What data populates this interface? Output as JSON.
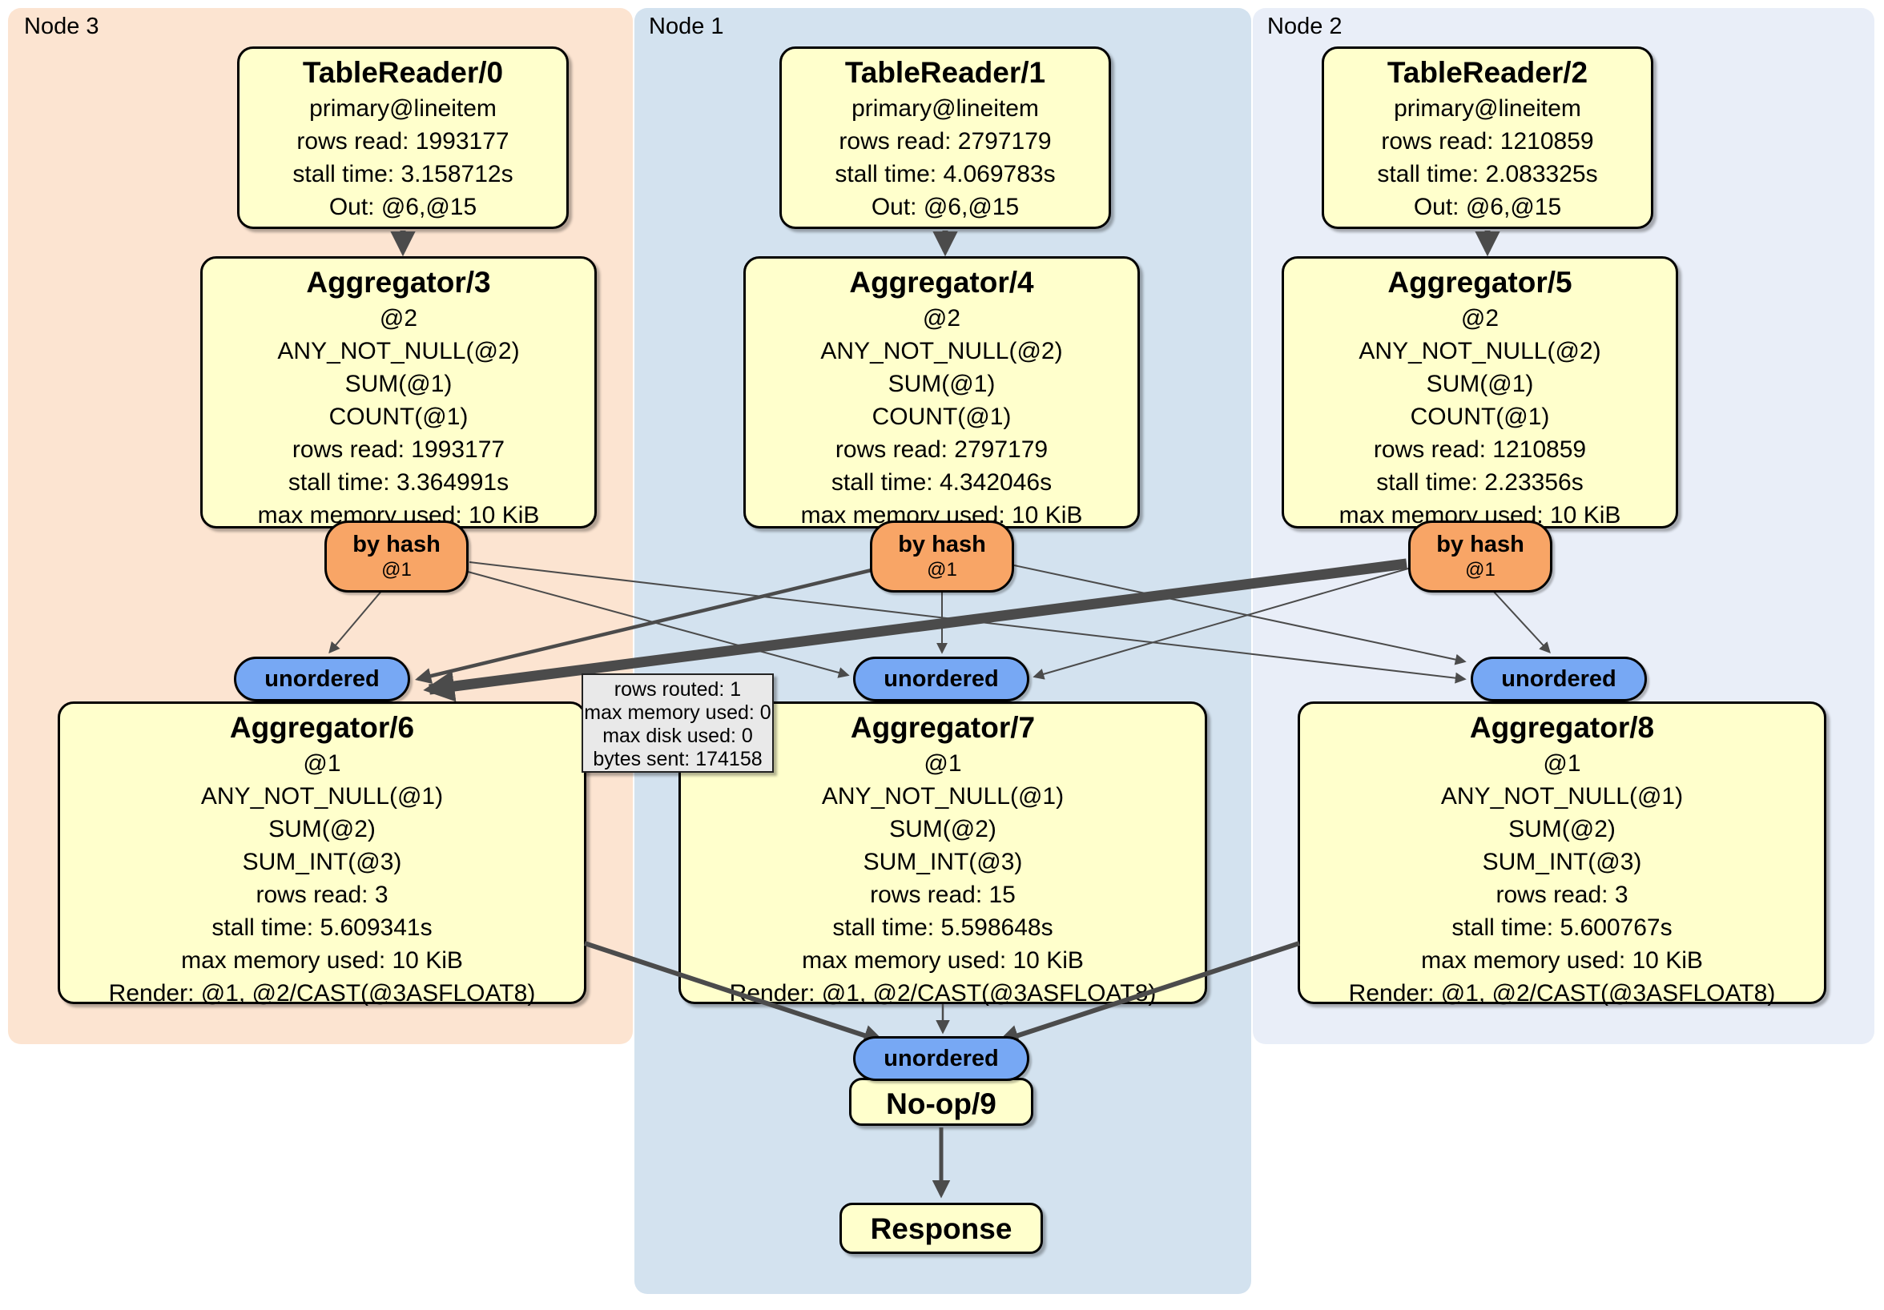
{
  "nodes": {
    "node3": "Node 3",
    "node1": "Node 1",
    "node2": "Node 2"
  },
  "plan": {
    "tr0": {
      "title": "TableReader/0",
      "lines": [
        "primary@lineitem",
        "rows read: 1993177",
        "stall time: 3.158712s",
        "Out: @6,@15"
      ]
    },
    "tr1": {
      "title": "TableReader/1",
      "lines": [
        "primary@lineitem",
        "rows read: 2797179",
        "stall time: 4.069783s",
        "Out: @6,@15"
      ]
    },
    "tr2": {
      "title": "TableReader/2",
      "lines": [
        "primary@lineitem",
        "rows read: 1210859",
        "stall time: 2.083325s",
        "Out: @6,@15"
      ]
    },
    "agg3": {
      "title": "Aggregator/3",
      "lines": [
        "@2",
        "ANY_NOT_NULL(@2)",
        "SUM(@1)",
        "COUNT(@1)",
        "rows read: 1993177",
        "stall time: 3.364991s",
        "max memory used: 10 KiB"
      ]
    },
    "agg4": {
      "title": "Aggregator/4",
      "lines": [
        "@2",
        "ANY_NOT_NULL(@2)",
        "SUM(@1)",
        "COUNT(@1)",
        "rows read: 2797179",
        "stall time: 4.342046s",
        "max memory used: 10 KiB"
      ]
    },
    "agg5": {
      "title": "Aggregator/5",
      "lines": [
        "@2",
        "ANY_NOT_NULL(@2)",
        "SUM(@1)",
        "COUNT(@1)",
        "rows read: 1210859",
        "stall time: 2.23356s",
        "max memory used: 10 KiB"
      ]
    },
    "agg6": {
      "title": "Aggregator/6",
      "lines": [
        "@1",
        "ANY_NOT_NULL(@1)",
        "SUM(@2)",
        "SUM_INT(@3)",
        "rows read: 3",
        "stall time: 5.609341s",
        "max memory used: 10 KiB",
        "Render: @1, @2/CAST(@3ASFLOAT8)"
      ]
    },
    "agg7": {
      "title": "Aggregator/7",
      "lines": [
        "@1",
        "ANY_NOT_NULL(@1)",
        "SUM(@2)",
        "SUM_INT(@3)",
        "rows read: 15",
        "stall time: 5.598648s",
        "max memory used: 10 KiB",
        "Render: @1, @2/CAST(@3ASFLOAT8)"
      ]
    },
    "agg8": {
      "title": "Aggregator/8",
      "lines": [
        "@1",
        "ANY_NOT_NULL(@1)",
        "SUM(@2)",
        "SUM_INT(@3)",
        "rows read: 3",
        "stall time: 5.600767s",
        "max memory used: 10 KiB",
        "Render: @1, @2/CAST(@3ASFLOAT8)"
      ]
    },
    "noop": {
      "title": "No-op/9"
    },
    "response": {
      "title": "Response"
    }
  },
  "routers": {
    "by_hash": {
      "label": "by hash",
      "key": "@1"
    },
    "unordered_label": "unordered"
  },
  "tooltip": {
    "lines": [
      "rows routed: 1",
      "max memory used: 0",
      "max disk used: 0",
      "bytes sent: 174158"
    ]
  },
  "colors": {
    "node3_bg": "#fce4d1",
    "node1_bg": "#d3e2ef",
    "node2_bg": "#e9eef8",
    "plan_box_fill": "#ffffcc",
    "hash_router_fill": "#f8a566",
    "unordered_router_fill": "#77a8f4",
    "edge": "#4b4b4b",
    "tooltip_bg": "#e9e9e9"
  }
}
